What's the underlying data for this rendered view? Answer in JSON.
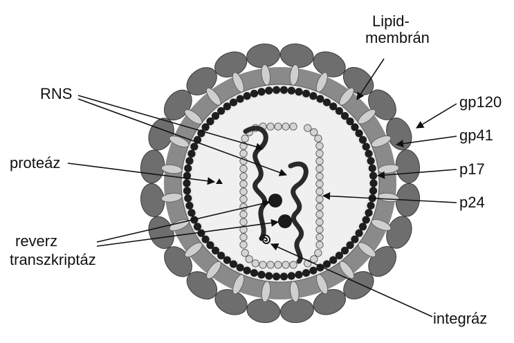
{
  "labels": {
    "lipid_line1": "Lipid-",
    "lipid_line2": "membrán",
    "rns": "RNS",
    "gp120": "gp120",
    "gp41": "gp41",
    "protease": "proteáz",
    "p17": "p17",
    "p24": "p24",
    "rt_line1": "reverz",
    "rt_line2": "transzkriptáz",
    "integrase": "integráz"
  },
  "colors": {
    "outer_knob": "#6e6e6e",
    "membrane": "#8a8a8a",
    "stalk": "#cfcfcf",
    "inner_fill": "#e9e9e9",
    "dark_bead": "#1e1e1e",
    "capsid_bead": "#d4d4d4",
    "line": "#111111"
  }
}
